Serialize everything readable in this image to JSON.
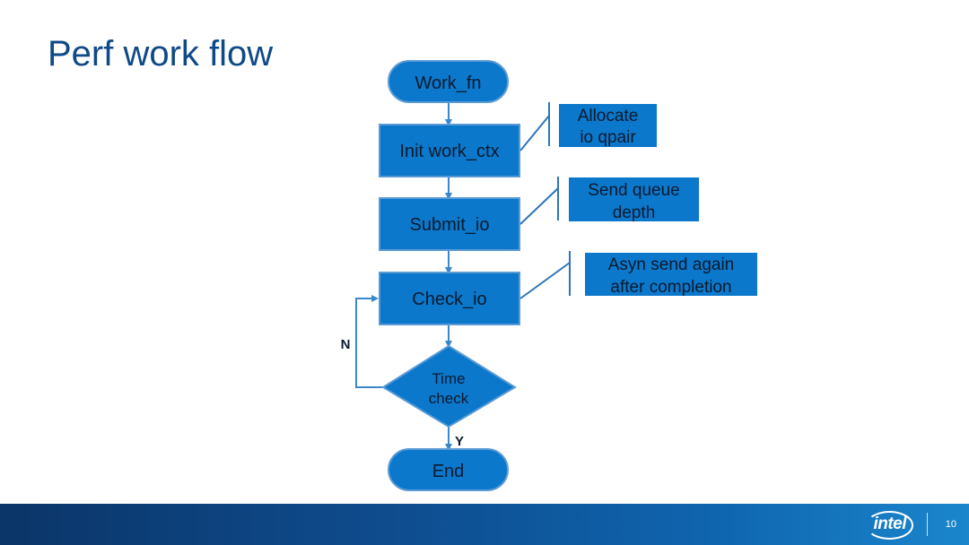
{
  "slide": {
    "title": "Perf work flow",
    "page_number": "10"
  },
  "brand": {
    "logo_text": "intel"
  },
  "flowchart": {
    "start": "Work_fn",
    "steps": {
      "init": "Init work_ctx",
      "submit": "Submit_io",
      "check": "Check_io"
    },
    "decision": {
      "line1": "Time",
      "line2": "check"
    },
    "end": "End",
    "edge_labels": {
      "no": "N",
      "yes": "Y"
    },
    "callouts": {
      "init": {
        "line1": "Allocate",
        "line2": "io qpair"
      },
      "submit": {
        "line1": "Send queue",
        "line2": "depth"
      },
      "check": {
        "line1": "Asyn send again",
        "line2": "after completion"
      }
    }
  },
  "colors": {
    "node_fill": "#0b78cc",
    "node_stroke": "#5b9bd5",
    "arrow": "#3a87cc",
    "title": "#0e4a87"
  }
}
